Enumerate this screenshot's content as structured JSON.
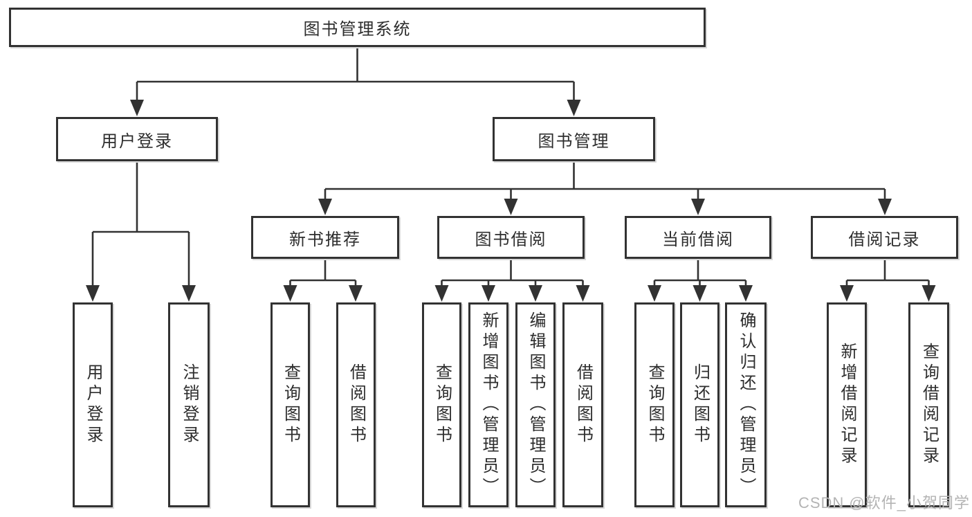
{
  "page": {
    "background": "#ffffff"
  },
  "colors": {
    "line": "#323232",
    "box_border": "#323232",
    "box_fill": "#ffffff",
    "text": "#2d2d2d",
    "watermark": "#b4b4b4"
  },
  "diagram": {
    "type": "hierarchy-tree",
    "root": {
      "label": "图书管理系统"
    },
    "branches": [
      {
        "label": "用户登录",
        "children": [
          {
            "label": "用户登录"
          },
          {
            "label": "注销登录"
          }
        ]
      },
      {
        "label": "图书管理",
        "children": [
          {
            "label": "新书推荐",
            "children": [
              {
                "label": "查询图书"
              },
              {
                "label": "借阅图书"
              }
            ]
          },
          {
            "label": "图书借阅",
            "children": [
              {
                "label": "查询图书"
              },
              {
                "label": "新增图书（管理员）"
              },
              {
                "label": "编辑图书（管理员）"
              },
              {
                "label": "借阅图书"
              }
            ]
          },
          {
            "label": "当前借阅",
            "children": [
              {
                "label": "查询图书"
              },
              {
                "label": "归还图书"
              },
              {
                "label": "确认归还（管理员）"
              }
            ]
          },
          {
            "label": "借阅记录",
            "children": [
              {
                "label": "新增借阅记录"
              },
              {
                "label": "查询借阅记录"
              }
            ]
          }
        ]
      }
    ]
  },
  "watermark": {
    "text": "CSDN @软件_小贺同学"
  }
}
